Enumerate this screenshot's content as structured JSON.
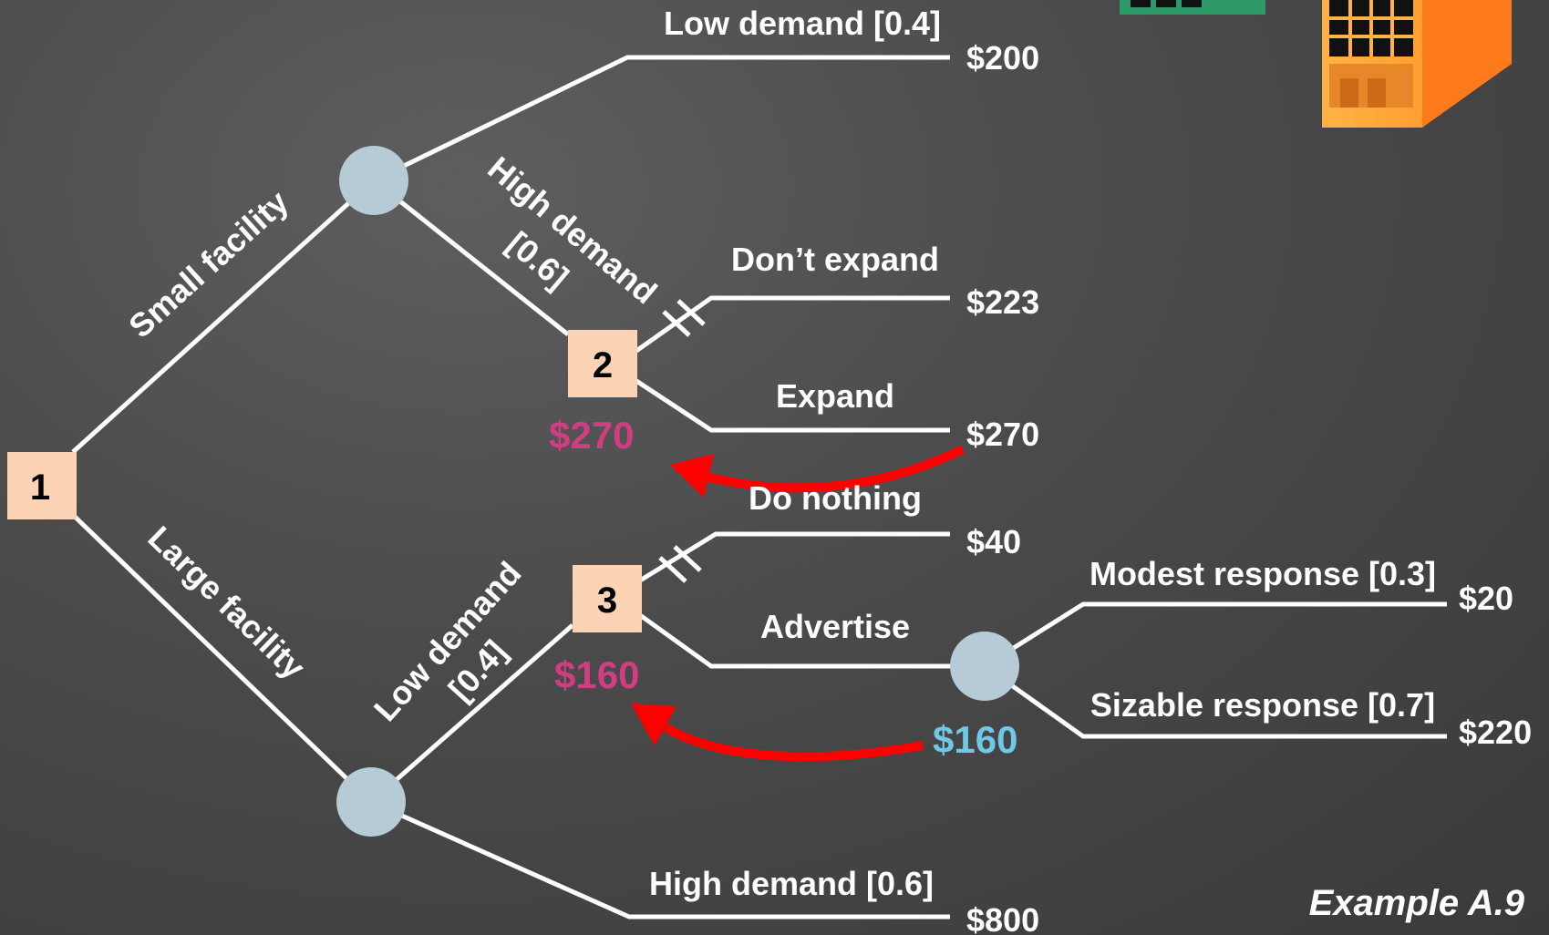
{
  "nodes": {
    "n1": "1",
    "n2": "2",
    "n3": "3"
  },
  "branches": {
    "small_facility": "Small facility",
    "large_facility": "Large facility",
    "small_low_demand": "Low demand [0.4]",
    "small_high_demand_line1": "High demand",
    "small_high_demand_line2": "[0.6]",
    "dont_expand": "Don’t expand",
    "expand": "Expand",
    "large_low_demand_line1": "Low demand",
    "large_low_demand_line2": "[0.4]",
    "large_high_demand": "High demand [0.6]",
    "do_nothing": "Do nothing",
    "advertise": "Advertise",
    "modest_response": "Modest response [0.3]",
    "sizable_response": "Sizable response [0.7]"
  },
  "payoffs": {
    "small_low": "$200",
    "dont_expand": "$223",
    "expand": "$270",
    "do_nothing": "$40",
    "modest": "$20",
    "sizable": "$220",
    "large_high": "$800"
  },
  "expected_values": {
    "node2": "$270",
    "node3": "$160",
    "advertise_chance": "$160"
  },
  "example_label": "Example A.9",
  "colors": {
    "expected_value_magenta": "#d23c82",
    "expected_value_cyan": "#6ec8e6",
    "arrow_red": "#ff0000",
    "chance_node": "#b7cbd6",
    "decision_node": "#fdd3b5",
    "branch_line": "#ffffff"
  },
  "icons": [
    "building-icon"
  ]
}
